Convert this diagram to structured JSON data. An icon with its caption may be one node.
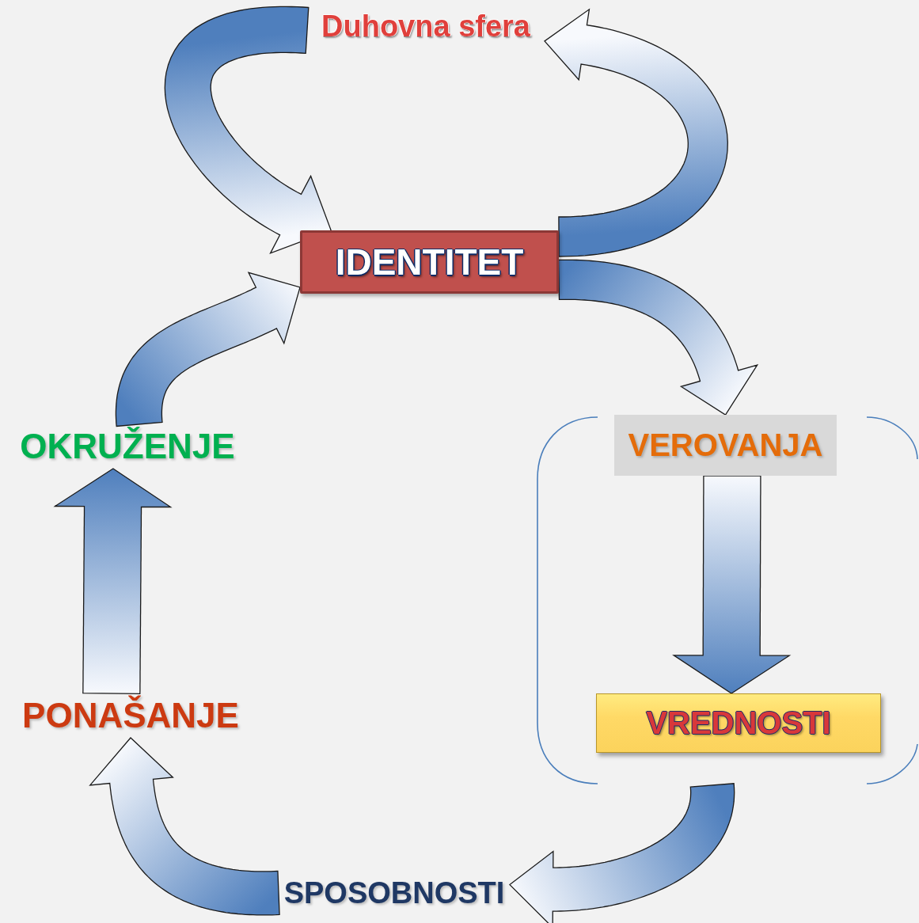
{
  "diagram": {
    "nodes": [
      {
        "text": [
          "Duhovna sfera"
        ]
      },
      {
        "text": [
          "IDENTITET"
        ]
      },
      {
        "text": [],
        "shape": "bracket"
      },
      {
        "text": [
          "VEROVANJA"
        ],
        "in": 2
      },
      {
        "text": [
          "VREDNOSTI"
        ],
        "in": 2
      },
      {
        "text": [
          "SPOSOBNOSTI"
        ]
      },
      {
        "text": [
          "PONAŠANJE"
        ]
      },
      {
        "text": [
          "OKRUŽENJE"
        ]
      }
    ],
    "edges": [
      {
        "from": 0,
        "to": 1,
        "arrow": "to"
      },
      {
        "from": 1,
        "to": 0,
        "arrow": "to"
      },
      {
        "from": 1,
        "to": 3,
        "arrow": "to"
      },
      {
        "from": 3,
        "to": 4,
        "arrow": "to"
      },
      {
        "from": 2,
        "to": 5,
        "arrow": "to"
      },
      {
        "from": 5,
        "to": 6,
        "arrow": "to"
      },
      {
        "from": 6,
        "to": 7,
        "arrow": "to"
      },
      {
        "from": 7,
        "to": 1,
        "arrow": "to"
      }
    ]
  }
}
